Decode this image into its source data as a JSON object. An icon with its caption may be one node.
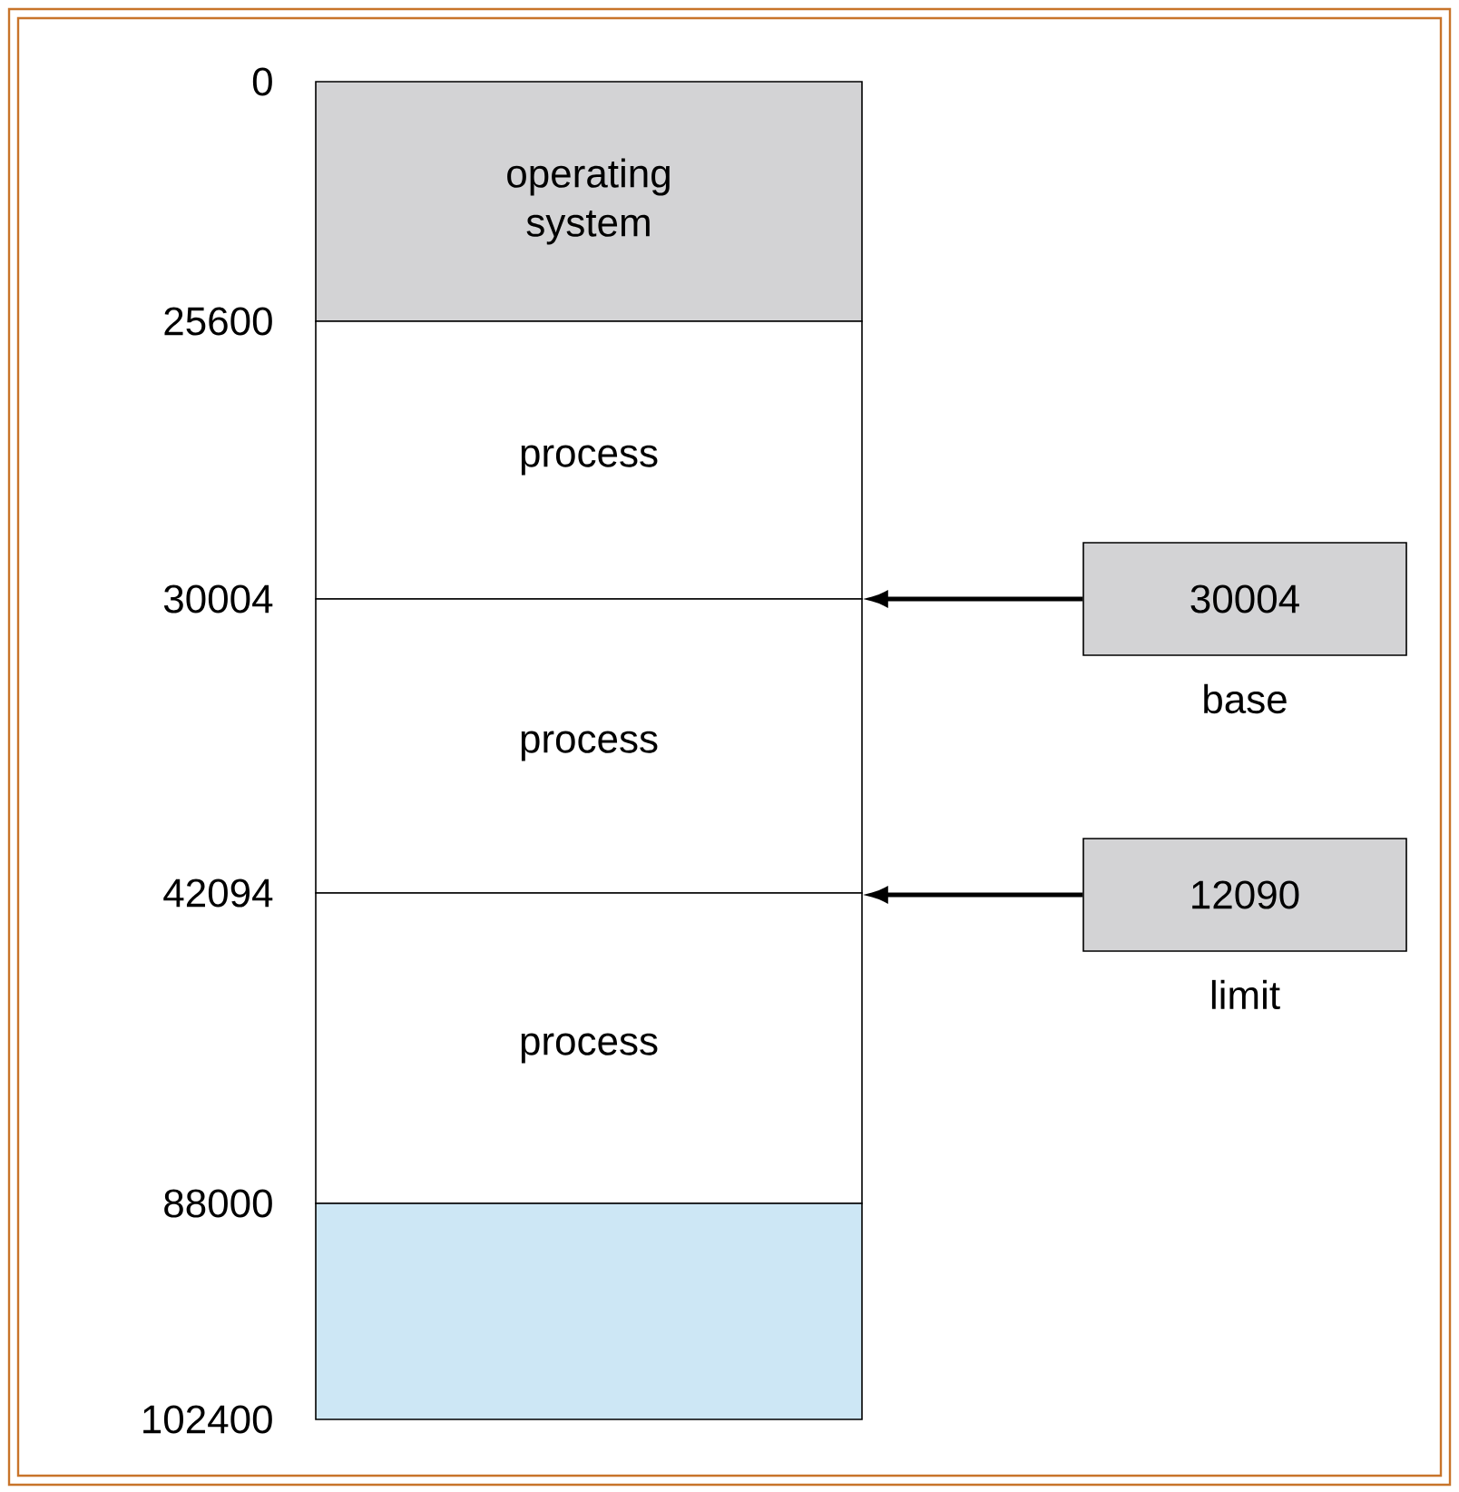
{
  "diagram": {
    "nodes": [
      {
        "text": [
          "operating system"
        ]
      },
      {
        "text": [
          "process"
        ]
      },
      {
        "text": [
          "process"
        ]
      },
      {
        "text": [
          "process"
        ]
      },
      {
        "text": [],
        "shape": "box"
      },
      {
        "text": [
          "30004"
        ],
        "beside": [
          "base"
        ]
      },
      {
        "text": [
          "12090"
        ],
        "beside": [
          "limit"
        ]
      }
    ],
    "edges": [
      {
        "from": 5,
        "to": 2,
        "arrow": "to"
      },
      {
        "from": 6,
        "to": 3,
        "arrow": "to"
      }
    ],
    "labels": [
      "0",
      "25600",
      "30004",
      "42094",
      "88000",
      "102400"
    ]
  }
}
